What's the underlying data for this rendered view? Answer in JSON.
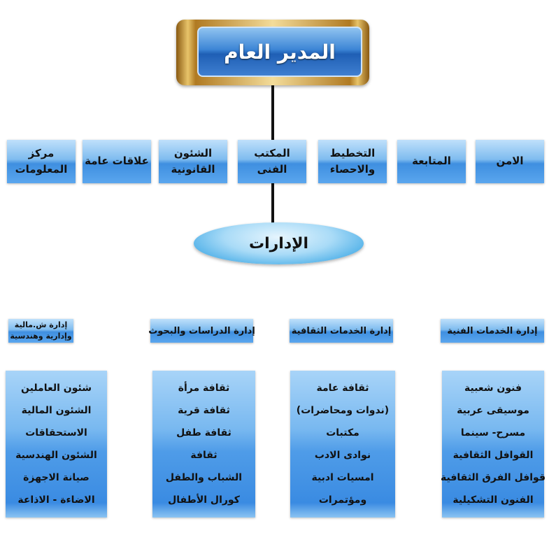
{
  "top": {
    "title": "المدير العام"
  },
  "row": [
    {
      "label": "مركز المعلومات"
    },
    {
      "label": "علاقات عامة"
    },
    {
      "label": "الشئون القانونية"
    },
    {
      "label": "المكتب الفنى"
    },
    {
      "label": "التخطيط والاحصاء"
    },
    {
      "label": "المتابعة"
    },
    {
      "label": "الامن"
    }
  ],
  "hub": {
    "label": "الإدارات"
  },
  "departments": [
    {
      "title": "إدارة ش.مالية وإدارية وهندسية",
      "items": [
        "شئون العاملين",
        "الشئون المالية",
        "الاستحقاقات",
        "الشئون الهندسية",
        "صيانة الاجهزة",
        "الاضاءة - الاذاعة"
      ]
    },
    {
      "title": "إدارة الدراسات والبحوث",
      "items": [
        "ثقافة مرأة",
        "ثقافة قرية",
        "ثقافة طفل",
        "ثقافة",
        "الشباب والطفل",
        "كورال الأطفال"
      ]
    },
    {
      "title": "إدارة الخدمات الثقافية",
      "items": [
        "ثقافة عامة",
        "(ندوات ومحاضرات)",
        "مكتبات",
        "نوادى الادب",
        "امسيات ادبية",
        "ومؤتمرات"
      ]
    },
    {
      "title": "إدارة الخدمات الفنية",
      "items": [
        "فنون شعبية",
        "موسيقى عربية",
        "مسرح- سينما",
        "القوافل الثقافية",
        "قوافل الفرق الثقافية",
        "الفنون التشكيلية"
      ]
    }
  ]
}
